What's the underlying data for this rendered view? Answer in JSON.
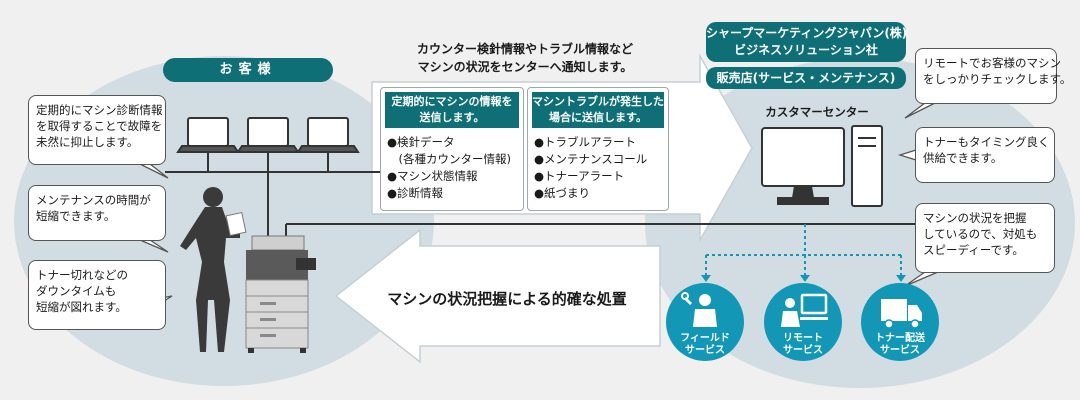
{
  "customer_label": "お客様",
  "top_caption": {
    "line1": "カウンター検針情報やトラブル情報など",
    "line2": "マシンの状況をセンターへ通知します。"
  },
  "sharp": {
    "line1": "シャープマーケティングジャパン(株)",
    "line2": "ビジネスソリューション社",
    "dealer": "販売店(サービス・メンテナンス)"
  },
  "customer_center_label": "カスタマーセンター",
  "info_box_1": {
    "head1": "定期的にマシンの情報を",
    "head2": "送信します。",
    "items": [
      "●検針データ",
      "　(各種カウンター情報)",
      "●マシン状態情報",
      "●診断情報"
    ]
  },
  "info_box_2": {
    "head1": "マシントラブルが発生した",
    "head2": "場合に送信します。",
    "items": [
      "●トラブルアラート",
      "●メンテナンスコール",
      "●トナーアラート",
      "●紙づまり"
    ]
  },
  "left_bubbles": [
    {
      "lines": [
        "定期的にマシン診断情報",
        "を取得することで故障を",
        "未然に抑止します。"
      ]
    },
    {
      "lines": [
        "メンテナンスの時間が",
        "短縮できます。"
      ]
    },
    {
      "lines": [
        "トナー切れなどの",
        "ダウンタイムも",
        "短縮が図れます。"
      ]
    }
  ],
  "right_bubbles": [
    {
      "lines": [
        "リモートでお客様のマシン",
        "をしっかりチェックします。"
      ]
    },
    {
      "lines": [
        "トナーもタイミング良く",
        "供給できます。"
      ]
    },
    {
      "lines": [
        "マシンの状況を把握",
        "しているので、対処も",
        "スピーディーです。"
      ]
    }
  ],
  "bottom_caption": "マシンの状況把握による的確な処置",
  "services": [
    {
      "line1": "フィールド",
      "line2": "サービス",
      "icon": "field-technician-icon"
    },
    {
      "line1": "リモート",
      "line2": "サービス",
      "icon": "remote-monitor-icon"
    },
    {
      "line1": "トナー配送",
      "line2": "サービス",
      "icon": "delivery-truck-icon"
    }
  ],
  "colors": {
    "teal": "#0e6f77",
    "service_blue": "#1298b6",
    "circle_fill": "#d2dde3",
    "arrow_fill": "#ffffff"
  }
}
